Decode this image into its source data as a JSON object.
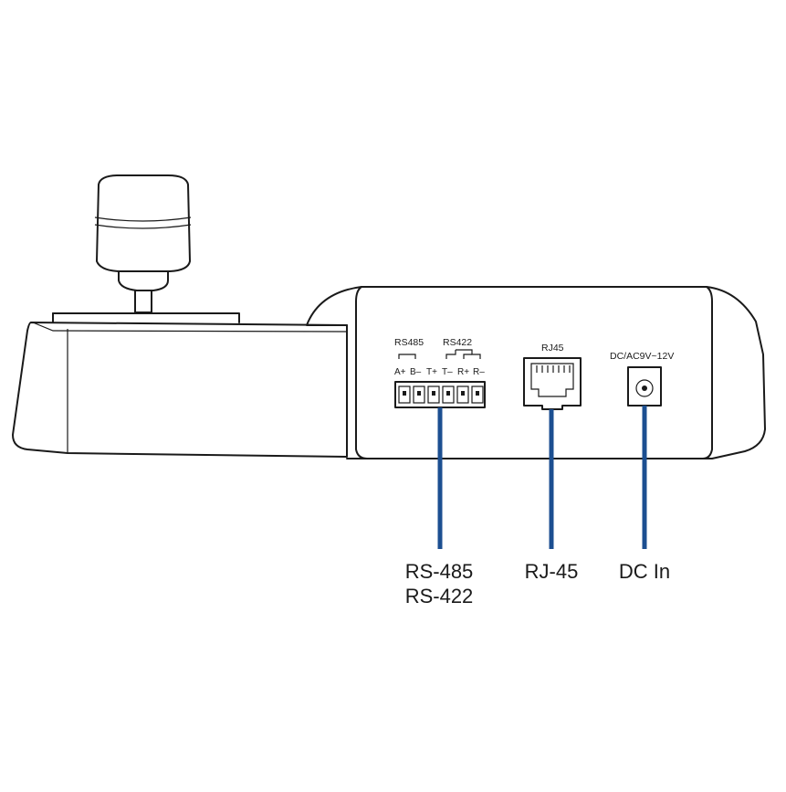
{
  "panel_labels": {
    "rs485_group": "RS485",
    "rs422_group": "RS422",
    "rj45": "RJ45",
    "dc_in": "DC/AC9V~12V"
  },
  "terminal_pins": [
    "A+",
    "B–",
    "T+",
    "T–",
    "R+",
    "R–"
  ],
  "callouts": {
    "serial_line1": "RS-485",
    "serial_line2": "RS-422",
    "rj45": "RJ-45",
    "dc_in": "DC In"
  },
  "colors": {
    "cable": "#1c4f91",
    "outline": "#1a1a1a"
  }
}
